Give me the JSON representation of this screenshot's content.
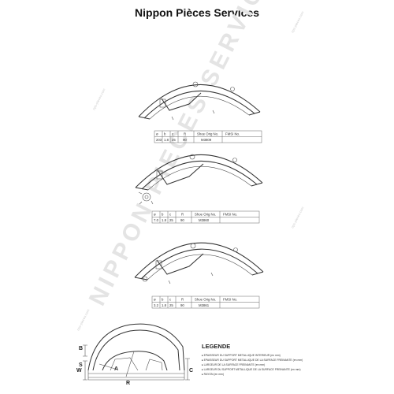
{
  "title": "Nippon Pièces Services",
  "watermark": {
    "big": "NIPPON PIECES SERVICES",
    "small": "nps-pieces.com"
  },
  "table_headers": [
    "ø",
    "b",
    "c",
    "R",
    "Shoe Orig No.",
    "FMSI No."
  ],
  "shoes": [
    {
      "values": [
        "203",
        "1.8",
        "25",
        "90",
        "M3809",
        ""
      ]
    },
    {
      "values": [
        "7.0",
        "1.8",
        "25",
        "90",
        "M3860",
        ""
      ]
    },
    {
      "values": [
        "3.2",
        "1.8",
        "25",
        "90",
        "M3861",
        ""
      ]
    }
  ],
  "dimension_labels": {
    "b": "B",
    "s": "S",
    "w": "W",
    "a": "A",
    "r": "R",
    "c": "C"
  },
  "legend": {
    "title": "LEGENDE",
    "items": [
      "▸ EPAISSEUR DU SUPPORT METALLIQUE INTERIEUR (en mm)",
      "▸ EPAISSEUR DU SUPPORT METALLIQUE DE LA SURFACE FREINANTE (en mm)",
      "▸ LARGEUR DE LA SURFACE FREINANTE (en mm)",
      "▸ LARGEUR DU SUPPORT METALLIQUE DE LA SURFACE FREINANTE (en mm)",
      "▸ RAYON (en mm)"
    ]
  }
}
